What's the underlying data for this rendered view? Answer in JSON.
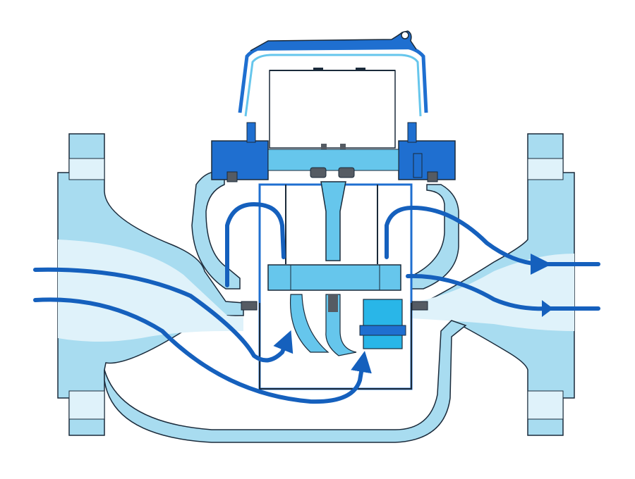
{
  "diagram": {
    "type": "water meter cross-section",
    "colors": {
      "body_fill": "#a8dcf0",
      "pale_fill": "#dff2fa",
      "outline": "#1a2a3a",
      "flow_arrow": "#1560bd",
      "mechanism_blue": "#1f6fd0",
      "impeller_blue": "#66c6ec",
      "bright_cyan": "#29b6e8",
      "dark_gray": "#555b63",
      "background": "#ffffff"
    },
    "flow_arrows": [
      {
        "name": "inlet-flow-upper"
      },
      {
        "name": "inlet-flow-lower"
      },
      {
        "name": "rising-flow-left"
      },
      {
        "name": "rising-flow-right"
      },
      {
        "name": "outlet-flow-upper"
      },
      {
        "name": "outlet-flow-lower"
      }
    ]
  }
}
